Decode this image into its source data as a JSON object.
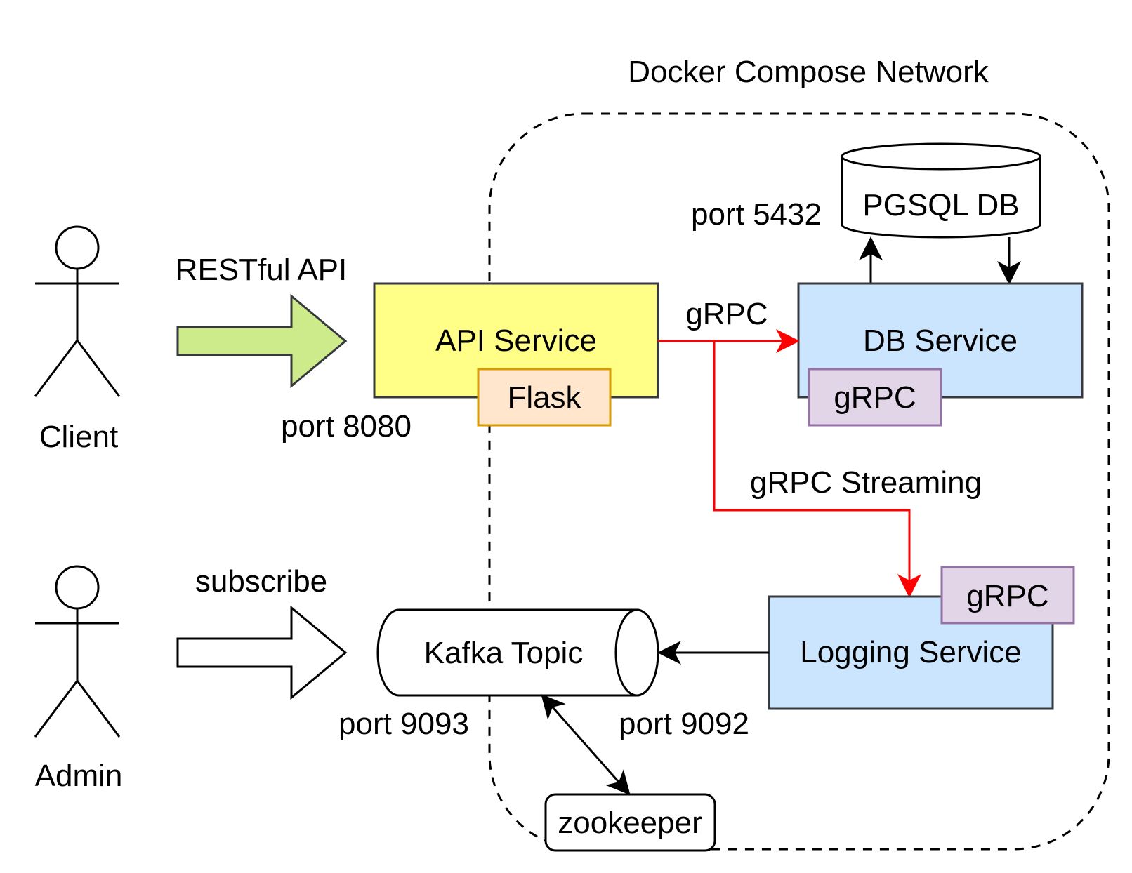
{
  "network": {
    "title": "Docker Compose Network"
  },
  "actors": {
    "client": {
      "label": "Client"
    },
    "admin": {
      "label": "Admin"
    }
  },
  "arrows": {
    "restful_api": "RESTful API",
    "subscribe": "subscribe",
    "grpc": "gRPC",
    "grpc_streaming": "gRPC Streaming"
  },
  "services": {
    "api": {
      "label": "API Service",
      "framework": "Flask",
      "port": "port 8080"
    },
    "db": {
      "label": "DB Service",
      "protocol": "gRPC"
    },
    "logging": {
      "label": "Logging Service",
      "protocol": "gRPC",
      "port": "port 9092"
    },
    "pgsql": {
      "label": "PGSQL DB",
      "port": "port 5432"
    },
    "kafka": {
      "label": "Kafka Topic",
      "port": "port 9093"
    },
    "zookeeper": {
      "label": "zookeeper"
    }
  },
  "colors": {
    "api_fill": "#ffff88",
    "flask_fill": "#ffe6cc",
    "flask_stroke": "#d79b00",
    "service_fill": "#cce5ff",
    "grpc_badge_fill": "#e1d5e7",
    "grpc_badge_stroke": "#9673a6",
    "rest_arrow_fill": "#cdeb8b",
    "grpc_line": "#ff0000"
  }
}
